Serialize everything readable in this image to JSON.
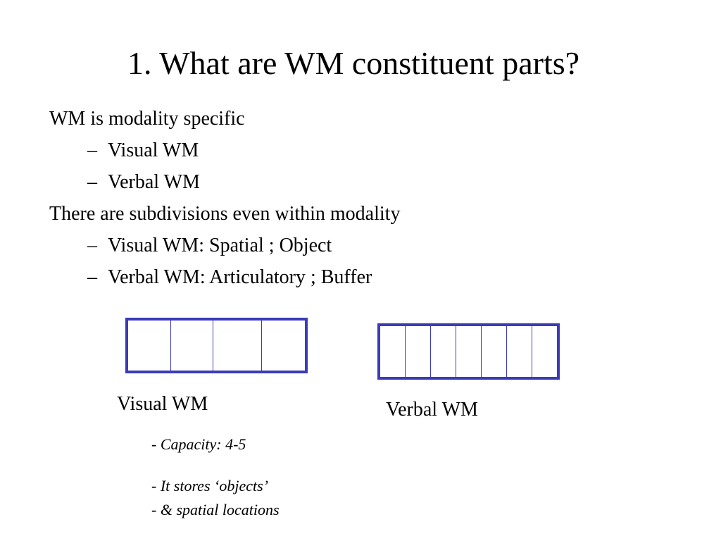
{
  "slide": {
    "title": "1. What are WM constituent parts?",
    "bullets": [
      {
        "level": 1,
        "text": "WM is modality specific"
      },
      {
        "level": 2,
        "text": "Visual  WM"
      },
      {
        "level": 2,
        "text": "Verbal WM"
      },
      {
        "level": 1,
        "text": "There are subdivisions even within modality"
      },
      {
        "level": 2,
        "text": "Visual  WM:  Spatial ; Object"
      },
      {
        "level": 2,
        "text": "Verbal WM: Articulatory ; Buffer"
      }
    ],
    "dash": "–",
    "diagram_color": "#3b3bb8",
    "visual_box": {
      "slots": 4,
      "caption": "Visual WM"
    },
    "verbal_box": {
      "slots": 7,
      "caption": "Verbal WM"
    },
    "notes": [
      {
        "prefix": "- ",
        "text": "Capacity: 4-5"
      },
      {
        "prefix": "- ",
        "text": "It stores ‘objects’"
      },
      {
        "prefix": "-  ",
        "text": "& spatial locations"
      }
    ]
  }
}
